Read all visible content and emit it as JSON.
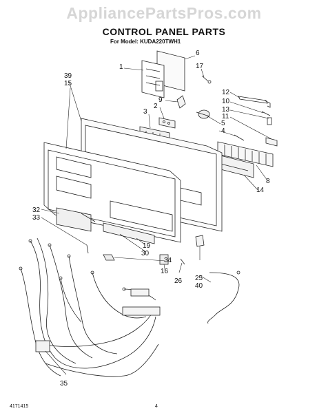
{
  "watermark": "AppliancePartsPros.com",
  "title": "CONTROL PANEL PARTS",
  "subtitle": "For Model: KUDA220TWH1",
  "callouts": [
    "1",
    "6",
    "17",
    "9",
    "2",
    "3",
    "12",
    "10",
    "13",
    "11",
    "5",
    "4",
    "39",
    "15",
    "8",
    "14",
    "32",
    "33",
    "19",
    "30",
    "34",
    "16",
    "26",
    "25",
    "40",
    "35"
  ],
  "footer": {
    "code": "4171415",
    "page": "4"
  }
}
